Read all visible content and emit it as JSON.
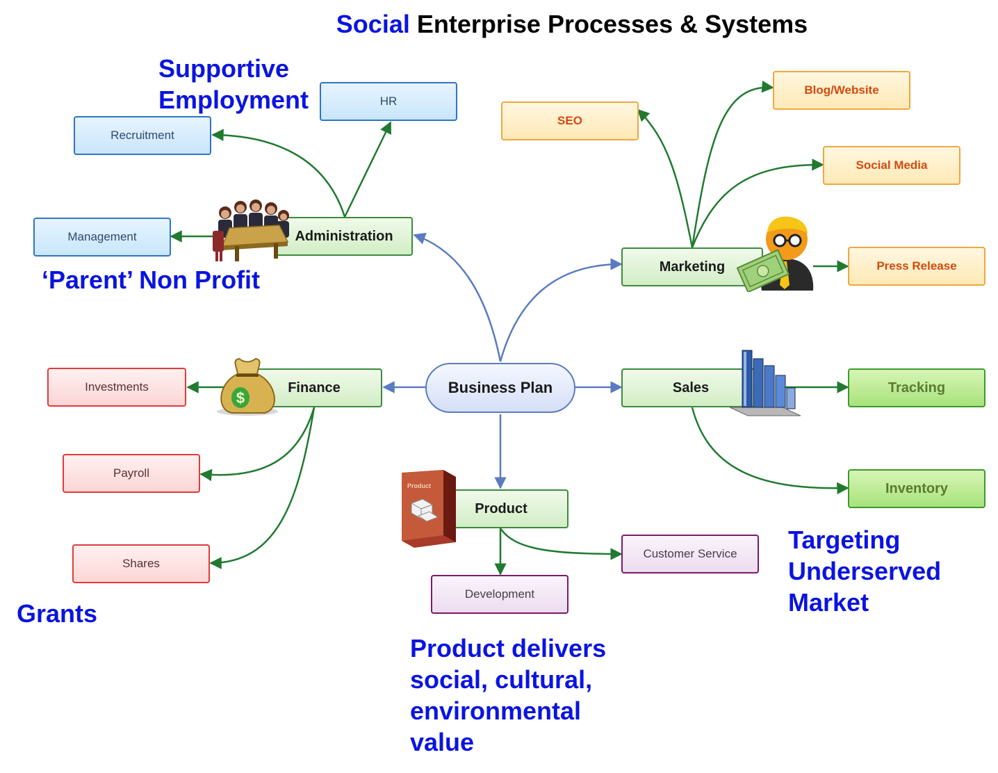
{
  "title": {
    "accent": "Social",
    "rest": "Enterprise Processes & Systems"
  },
  "annotations": {
    "supportive": "Supportive\nEmployment",
    "parent": "‘Parent’ Non Profit",
    "grants": "Grants",
    "product": "Product delivers\nsocial, cultural,\nenvironmental\nvalue",
    "targeting": "Targeting\nUnderserved\nMarket"
  },
  "nodes": {
    "business_plan": "Business Plan",
    "administration": "Administration",
    "hr": "HR",
    "recruitment": "Recruitment",
    "management": "Management",
    "marketing": "Marketing",
    "seo": "SEO",
    "blog": "Blog/Website",
    "social_media": "Social Media",
    "press_release": "Press Release",
    "finance": "Finance",
    "investments": "Investments",
    "payroll": "Payroll",
    "shares": "Shares",
    "sales": "Sales",
    "tracking": "Tracking",
    "inventory": "Inventory",
    "product": "Product",
    "customer_service": "Customer Service",
    "development": "Development"
  },
  "icons": [
    "meeting-people-icon",
    "money-bag-icon",
    "businessman-cash-icon",
    "bar-chart-icon",
    "product-box-icon"
  ],
  "product_box_label": "Product",
  "money_symbol": "$",
  "colors": {
    "accent_blue": "#0a14e0",
    "connector_blue": "#5a7bc0",
    "connector_green": "#207a30"
  }
}
